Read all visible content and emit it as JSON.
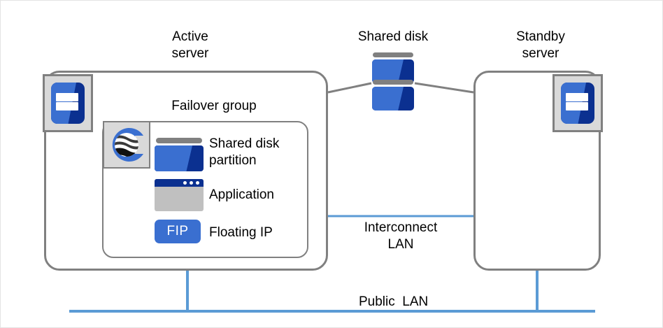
{
  "diagram": {
    "type": "ha-cluster-architecture",
    "background_color": "#ffffff",
    "frame_color": "#e3e3e3"
  },
  "colors": {
    "box_border": "#808080",
    "plate_fill": "#d9d9d9",
    "accent_blue": "#3a6fd0",
    "deep_blue": "#0b3090",
    "lan_line": "#5b9bd5",
    "link_line": "#808080",
    "app_body": "#c0c0c0",
    "text": "#000000"
  },
  "nodes": {
    "active_server": {
      "title_line1": "Active",
      "title_line2": "server",
      "icon_name": "server-icon"
    },
    "standby_server": {
      "title_line1": "Standby",
      "title_line2": "server",
      "icon_name": "server-icon"
    },
    "shared_disk": {
      "title": "Shared disk",
      "icon_name": "shared-disk-icon",
      "unit_count": 2
    }
  },
  "failover_group": {
    "title": "Failover group",
    "logo_icon_name": "cluster-logo-icon",
    "resources": [
      {
        "label_line1": "Shared disk",
        "label_line2": "partition",
        "icon_name": "disk-partition-icon"
      },
      {
        "label_line1": "Application",
        "label_line2": "",
        "icon_name": "application-window-icon"
      },
      {
        "label_line1": "Floating IP",
        "label_line2": "",
        "icon_name": "fip-icon",
        "icon_text": "FIP"
      }
    ]
  },
  "networks": {
    "interconnect": {
      "label_line1": "Interconnect",
      "label_line2": "LAN"
    },
    "public": {
      "label": "Public  LAN"
    }
  }
}
